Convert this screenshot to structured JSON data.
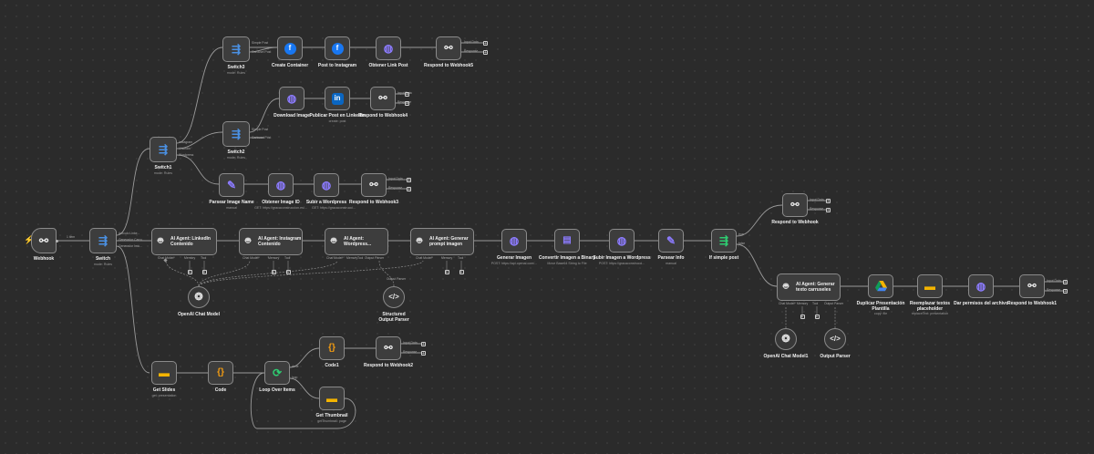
{
  "canvas": {
    "trigger_bolt": "⚡",
    "edge_label_item": "1 item"
  },
  "nodes": {
    "webhook": {
      "title": "Webhook"
    },
    "switch": {
      "title": "Switch",
      "subtitle": "mode: Rules",
      "ports": [
        "Artículo Linke...",
        "Generador Carru...",
        "Generador Imá..."
      ]
    },
    "switch1": {
      "title": "Switch1",
      "subtitle": "mode: Rules",
      "ports": [
        "Instagram",
        "LinkedIn",
        "Wordpress"
      ]
    },
    "switch3": {
      "title": "Switch3",
      "subtitle": "mode: Rules",
      "ports": [
        "Simple Post",
        "Carousel Post"
      ]
    },
    "switch2": {
      "title": "Switch2",
      "subtitle": "mode: Rules",
      "ports": [
        "Simple Post",
        "Carousel Post"
      ]
    },
    "create_container": {
      "title": "Create Container"
    },
    "post_instagram": {
      "title": "Post to Instagram"
    },
    "obtener_link_post": {
      "title": "Obtener Link Post"
    },
    "respond_webhook5": {
      "title": "Respond to Webhook5",
      "ports": [
        "Input Data",
        "Response"
      ]
    },
    "download_image": {
      "title": "Download Image"
    },
    "publicar_linkedin": {
      "title": "Publicar Post en LinkedIn",
      "subtitle": "create: post"
    },
    "respond_webhook4": {
      "title": "Respond to Webhook4",
      "ports": [
        "Input Data",
        "Response"
      ]
    },
    "parsear_image_name": {
      "title": "Parsear Image Name",
      "subtitle": "manual"
    },
    "obtener_image_id": {
      "title": "Obtener Image ID",
      "subtitle": "GET: https://gracaconstruccion.es/..."
    },
    "subir_wordpress": {
      "title": "Subir a Wordpress",
      "subtitle": "GET: https://gracaconstrucci..."
    },
    "respond_webhook3": {
      "title": "Respond to Webhook3",
      "ports": [
        "Input Data",
        "Response"
      ]
    },
    "agent_linkedin": {
      "title": "AI Agent: LinkedIn Contenido",
      "ports": [
        "Chat Model*",
        "Memory",
        "Tool"
      ]
    },
    "agent_instagram": {
      "title": "AI Agent: Instagram Contenido",
      "ports": [
        "Chat Model*",
        "Memory",
        "Tool"
      ]
    },
    "agent_wordpress": {
      "title": "AI Agent: Wordpress...",
      "ports": [
        "Chat Model*",
        "Memory",
        "Tool",
        "Output Parser"
      ]
    },
    "agent_prompt": {
      "title": "AI Agent: Generar prompt imagen",
      "ports": [
        "Chat Model*",
        "Memory",
        "Tool"
      ]
    },
    "openai_chat": {
      "title": "OpenAI Chat Model"
    },
    "structured_parser": {
      "title": "Structured Output Parser",
      "port": "Output Parser"
    },
    "generar_imagen": {
      "title": "Generar Imagen",
      "subtitle": "POST: https://api.openai.com/..."
    },
    "convertir_imagen": {
      "title": "Convertir Imagen a Binary",
      "subtitle": "Move Base64 String to File"
    },
    "subir_imagen_wp": {
      "title": "Subir Imagen a Wordpress",
      "subtitle": "POST: https://gracaconstrucci..."
    },
    "parsear_info": {
      "title": "Parsear Info",
      "subtitle": "manual"
    },
    "if_simple_post": {
      "title": "If simple post",
      "ports": [
        "true",
        "false"
      ]
    },
    "respond_webhook": {
      "title": "Respond to Webhook",
      "ports": [
        "Input Data",
        "Response"
      ]
    },
    "agent_carrusel": {
      "title": "AI Agent: Generar texto carruseles",
      "ports": [
        "Chat Model*",
        "Memory",
        "Tool",
        "Output Parser"
      ]
    },
    "openai_chat1": {
      "title": "OpenAI Chat Model1"
    },
    "output_parser": {
      "title": "Output Parser"
    },
    "duplicar_presentacion": {
      "title": "Duplicar Presentación Plantilla",
      "subtitle": "copy: file"
    },
    "reemplazar_textos": {
      "title": "Reemplazar textos placeholder",
      "subtitle": "replaceText: presentation"
    },
    "dar_permisos": {
      "title": "Dar permisos del archivo"
    },
    "respond_webhook1": {
      "title": "Respond to Webhook1",
      "ports": [
        "Input Data",
        "Response"
      ]
    },
    "get_slides": {
      "title": "Get Slides",
      "subtitle": "get: presentation"
    },
    "code": {
      "title": "Code"
    },
    "loop_over_items": {
      "title": "Loop Over Items",
      "ports": [
        "done",
        "loop"
      ]
    },
    "code1": {
      "title": "Code1"
    },
    "respond_webhook2": {
      "title": "Respond to Webhook2",
      "ports": [
        "Input Data",
        "Response"
      ]
    },
    "get_thumbnail": {
      "title": "Get Thumbnail",
      "subtitle": "getThumbnail: page"
    }
  },
  "icons": {
    "webhook": "webhook-icon",
    "switch": "switch-icon",
    "facebook": "facebook-icon",
    "globe": "globe-icon",
    "linkedin": "linkedin-icon",
    "pencil": "pencil-icon",
    "robot": "robot-icon",
    "openai": "openai-icon",
    "code": "code-icon",
    "binary": "binary-file-icon",
    "if": "if-icon",
    "drive": "google-drive-icon",
    "slides": "google-slides-icon",
    "loop": "loop-icon",
    "braces": "braces-icon"
  },
  "colors": {
    "canvas": "#2b2b2b",
    "node_bg": "#3d3d3d",
    "node_border": "#8a8a8a",
    "edge": "#9a9a9a",
    "webhook_icon": "#e8e8e8",
    "switch_icon": "#4a90e2",
    "facebook": "#1877f2",
    "globe": "#8c7bff",
    "linkedin": "#0a66c2",
    "pencil": "#8c7bff",
    "slides": "#f4b400",
    "loop": "#2ecc71",
    "braces": "#f39c12",
    "if_icon": "#2ecc71",
    "trigger_bolt": "#ff5a3c"
  }
}
